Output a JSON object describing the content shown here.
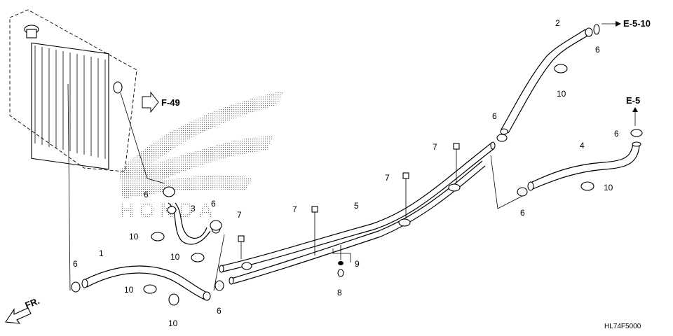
{
  "diagram": {
    "code": "HL74F5000",
    "direction": "FR.",
    "refs": {
      "f49": "F-49",
      "e510": "E-5-10",
      "e5": "E-5"
    },
    "parts": {
      "hose1": "1",
      "hose2": "2",
      "hose3": "3",
      "hose4": "4",
      "pipe5": "5",
      "clamp6": "6",
      "bolt7": "7",
      "bolt8": "8",
      "washer9": "9",
      "clip10": "10"
    },
    "watermark_text": "HONDA"
  }
}
